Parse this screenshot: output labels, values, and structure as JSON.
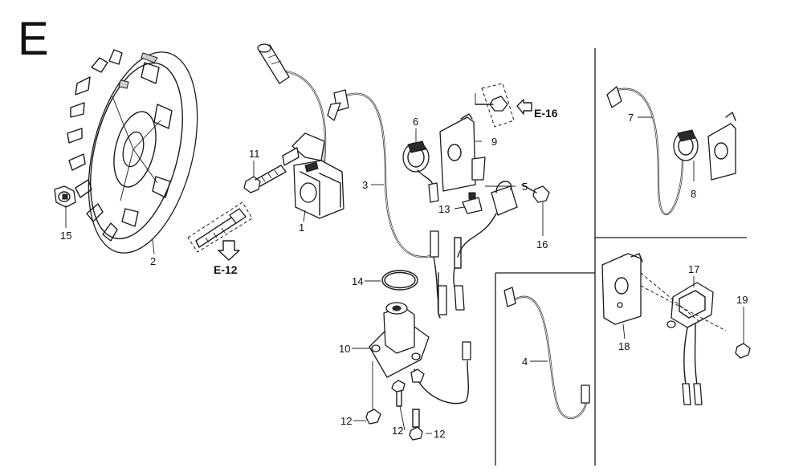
{
  "section_letter": "E",
  "refs": {
    "e12": "E-12",
    "e16": "E-16"
  },
  "labels": {
    "p1": "1",
    "p2": "2",
    "p3": "3",
    "p4": "4",
    "p5": "5",
    "p6": "6",
    "p7": "7",
    "p8": "8",
    "p9": "9",
    "p10": "10",
    "p11": "11",
    "p12a": "12",
    "p12b": "12",
    "p12c": "12",
    "p13": "13",
    "p14": "14",
    "p15": "15",
    "p16": "16",
    "p17": "17",
    "p18": "18",
    "p19": "19"
  }
}
